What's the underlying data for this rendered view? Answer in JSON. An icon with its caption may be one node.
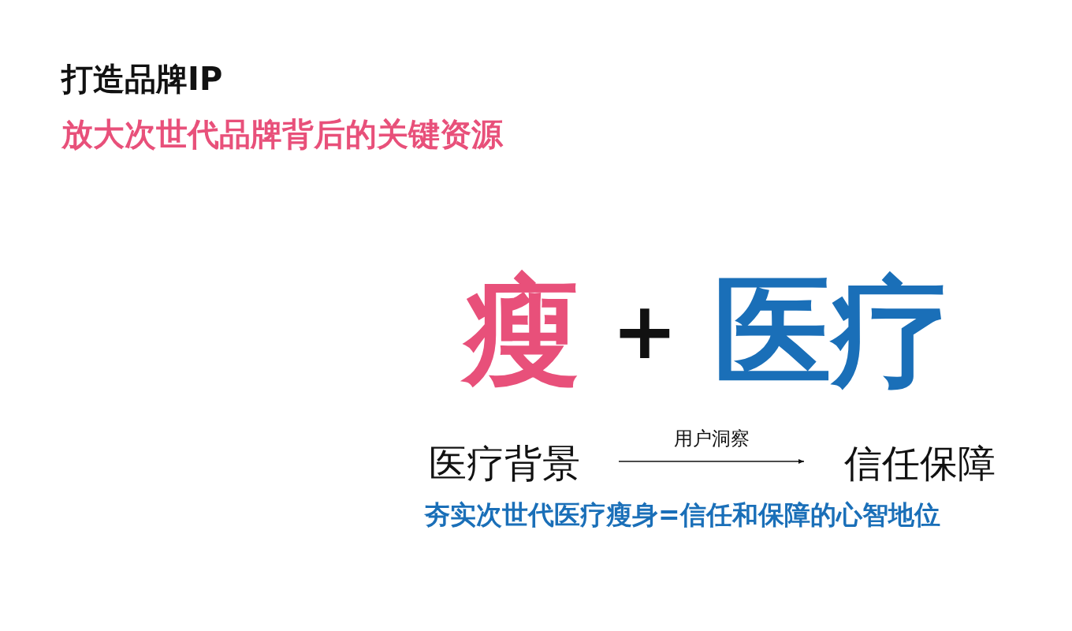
{
  "diagram": {
    "title": "打造品牌IP",
    "nodes": [
      {
        "text": [
          "医疗背景"
        ]
      },
      {
        "text": [
          "信任保障"
        ]
      }
    ],
    "edges": [
      {
        "from": 0,
        "to": 1,
        "arrow": "to",
        "label": "用户洞察"
      }
    ],
    "labels": [
      "放大次世代品牌背后的关键资源",
      "瘦",
      "+",
      "医疗",
      "夯实次世代医疗瘦身=信任和保障的心智地位"
    ]
  }
}
